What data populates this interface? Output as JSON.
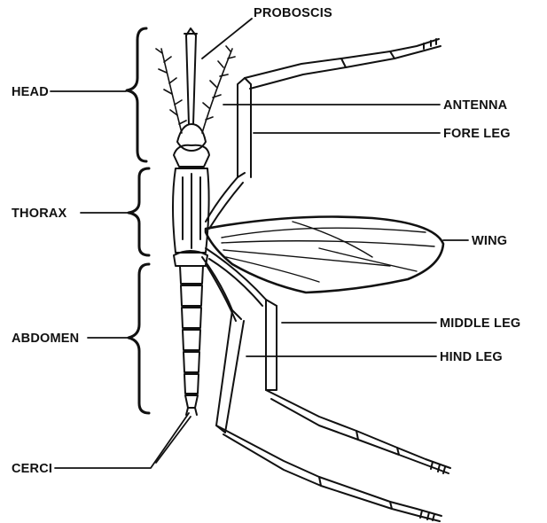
{
  "labels": {
    "proboscis": "PROBOSCIS",
    "head": "HEAD",
    "antenna": "ANTENNA",
    "fore_leg": "FORE LEG",
    "thorax": "THORAX",
    "wing": "WING",
    "abdomen": "ABDOMEN",
    "middle_leg": "MIDDLE LEG",
    "hind_leg": "HIND LEG",
    "cerci": "CERCI"
  },
  "colors": {
    "ink": "#111111",
    "background": "#ffffff"
  }
}
